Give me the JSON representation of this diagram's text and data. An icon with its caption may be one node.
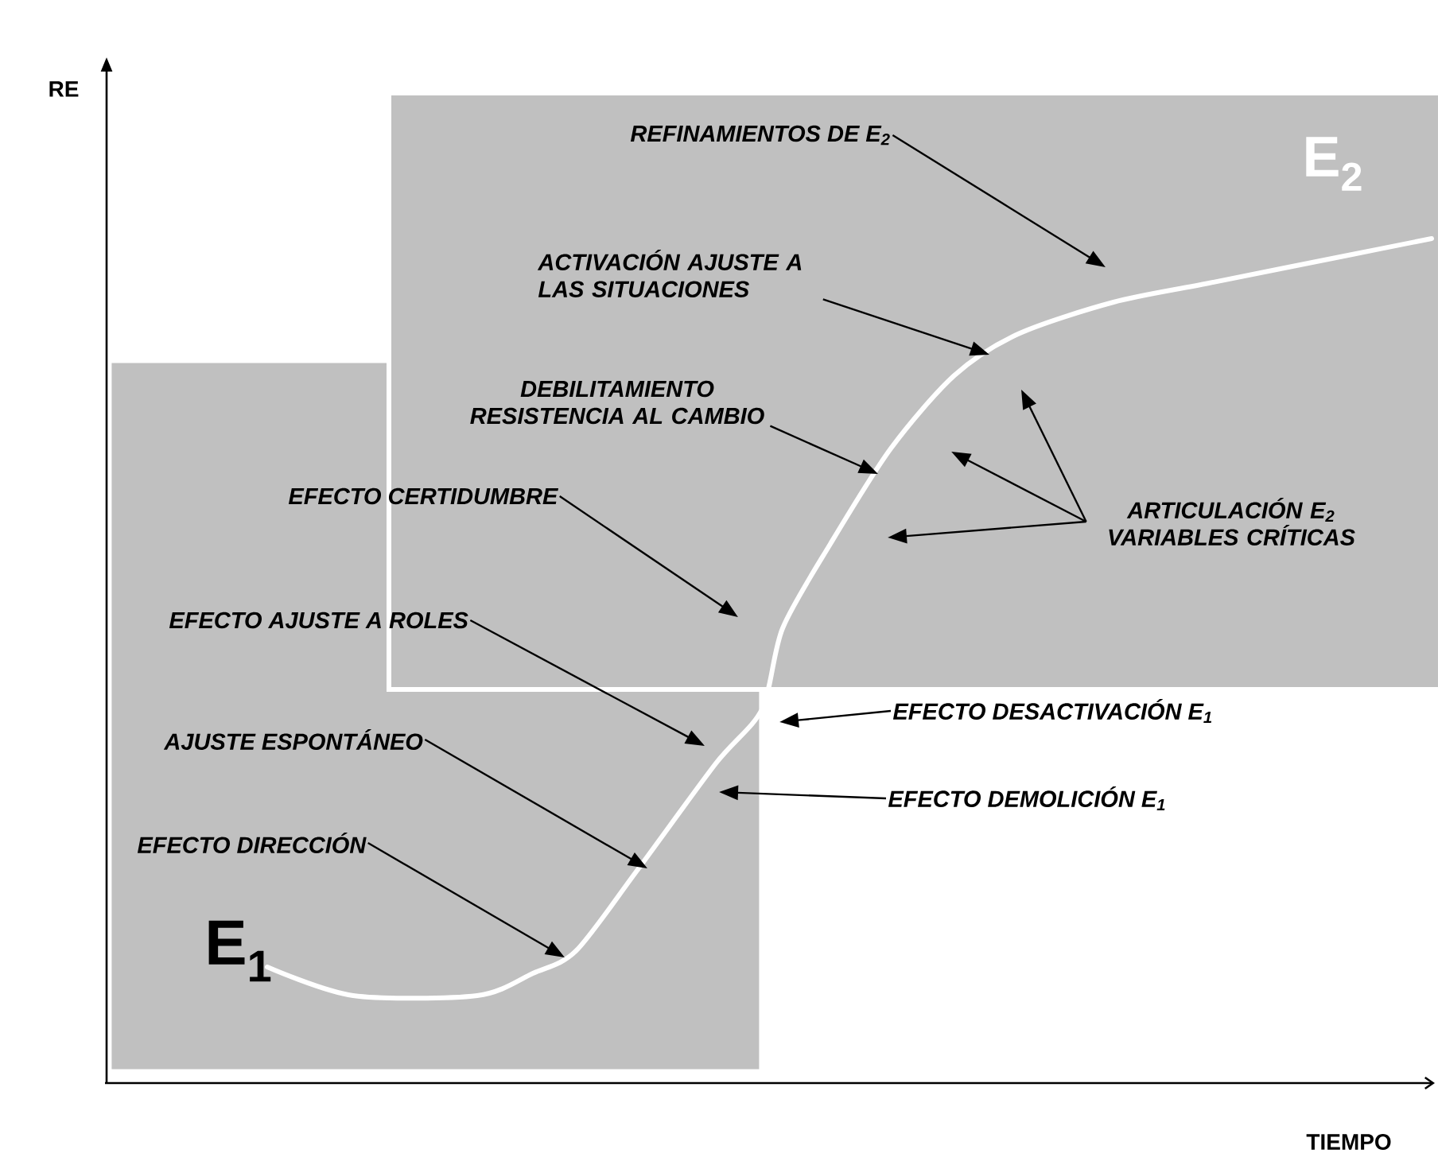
{
  "diagram": {
    "nodes": [
      {
        "text": [
          "E$_{2}$"
        ]
      },
      {
        "text": [
          "E$_{1}$"
        ]
      },
      {
        "text": [
          "REFINAMIENTOS DE E$_{2}$"
        ],
        "in": 0
      },
      {
        "text": [
          "ACTIVACIÓN AJUSTE A LAS SITUACIONES"
        ],
        "in": 0
      },
      {
        "text": [
          "DEBILITAMIENTO RESISTENCIA AL CAMBIO"
        ]
      },
      {
        "text": [
          "EFECTO CERTIDUMBRE"
        ],
        "in": 1
      },
      {
        "text": [
          "ARTICULACIÓN E$_{2}$ VARIABLES CRÍTICAS"
        ],
        "in": 0
      },
      {
        "text": [
          "EFECTO AJUSTE A ROLES"
        ],
        "in": 1
      },
      {
        "text": [
          "EFECTO DESACTIVACIÓN E$_{1}$"
        ]
      },
      {
        "text": [
          "AJUSTE ESPONTÁNEO"
        ],
        "in": 1
      },
      {
        "text": [
          "EFECTO DEMOLICIÓN E$_{1}$"
        ]
      },
      {
        "text": [
          "EFECTO DIRECCIÓN"
        ],
        "in": 1
      }
    ],
    "edges": [
      {
        "from": 2,
        "to": null,
        "arrow": "to"
      },
      {
        "from": 3,
        "to": null,
        "arrow": "to"
      },
      {
        "from": 4,
        "to": null,
        "arrow": "to"
      },
      {
        "from": 5,
        "to": null,
        "arrow": "to"
      },
      {
        "from": 6,
        "to": null,
        "arrow": "to"
      },
      {
        "from": 6,
        "to": null,
        "arrow": "to"
      },
      {
        "from": 6,
        "to": null,
        "arrow": "to"
      },
      {
        "from": 7,
        "to": null,
        "arrow": "to"
      },
      {
        "from": 8,
        "to": null,
        "arrow": "to"
      },
      {
        "from": 9,
        "to": null,
        "arrow": "to"
      },
      {
        "from": 10,
        "to": null,
        "arrow": "to"
      },
      {
        "from": 11,
        "to": null,
        "arrow": "to"
      }
    ],
    "labels": [
      "RE",
      "TIEMPO"
    ]
  }
}
